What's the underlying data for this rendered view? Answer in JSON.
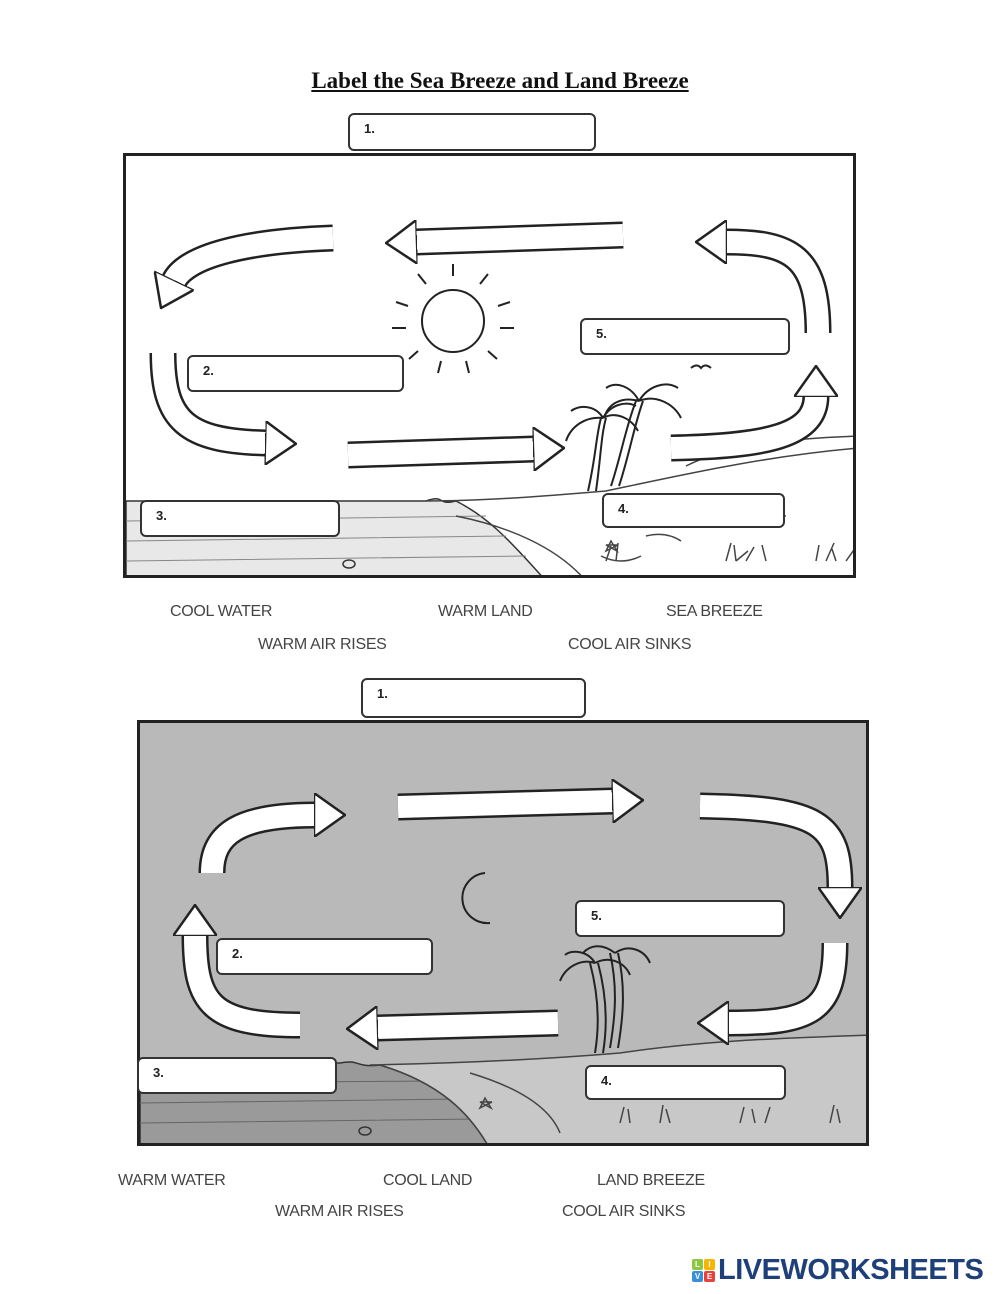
{
  "title": "Label the Sea Breeze and Land Breeze",
  "sea_breeze": {
    "fields": [
      {
        "label": "1.",
        "value": ""
      },
      {
        "label": "2.",
        "value": ""
      },
      {
        "label": "3.",
        "value": ""
      },
      {
        "label": "4.",
        "value": ""
      },
      {
        "label": "5.",
        "value": ""
      }
    ],
    "word_bank": [
      "COOL WATER",
      "WARM LAND",
      "SEA BREEZE",
      "WARM AIR RISES",
      "COOL AIR SINKS"
    ]
  },
  "land_breeze": {
    "fields": [
      {
        "label": "1.",
        "value": ""
      },
      {
        "label": "2.",
        "value": ""
      },
      {
        "label": "3.",
        "value": ""
      },
      {
        "label": "4.",
        "value": ""
      },
      {
        "label": "5.",
        "value": ""
      }
    ],
    "word_bank": [
      "WARM WATER",
      "COOL LAND",
      "LAND BREEZE",
      "WARM AIR RISES",
      "COOL AIR SINKS"
    ]
  },
  "logo": {
    "tiles": [
      "L",
      "I",
      "V",
      "E"
    ],
    "tile_colors": [
      "#8dc63f",
      "#f7b500",
      "#3a8fd9",
      "#e8413c"
    ],
    "text": "LIVEWORKSHEETS",
    "color": "#1d3f7a"
  },
  "colors": {
    "night_sky": "#b9b9b9",
    "day_sky": "#ffffff"
  }
}
